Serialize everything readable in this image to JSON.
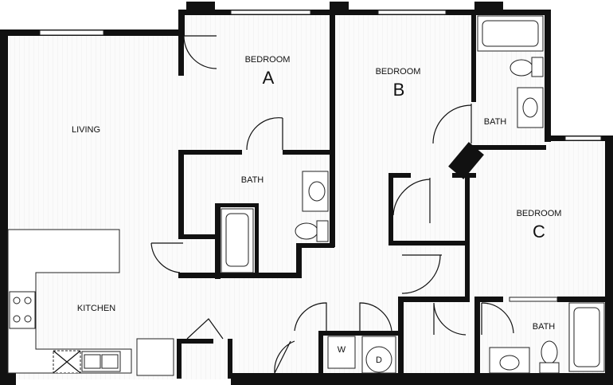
{
  "rooms": {
    "living": "LIVING",
    "bedroom_a": {
      "label": "BEDROOM",
      "letter": "A"
    },
    "bedroom_b": {
      "label": "BEDROOM",
      "letter": "B"
    },
    "bedroom_c": {
      "label": "BEDROOM",
      "letter": "C"
    },
    "bath_a": "BATH",
    "bath_b": "BATH",
    "bath_c": "BATH",
    "kitchen": "KITCHEN",
    "washer": "W",
    "dryer": "D"
  },
  "colors": {
    "wall": "#111111",
    "floor": "#f4f4f4"
  }
}
